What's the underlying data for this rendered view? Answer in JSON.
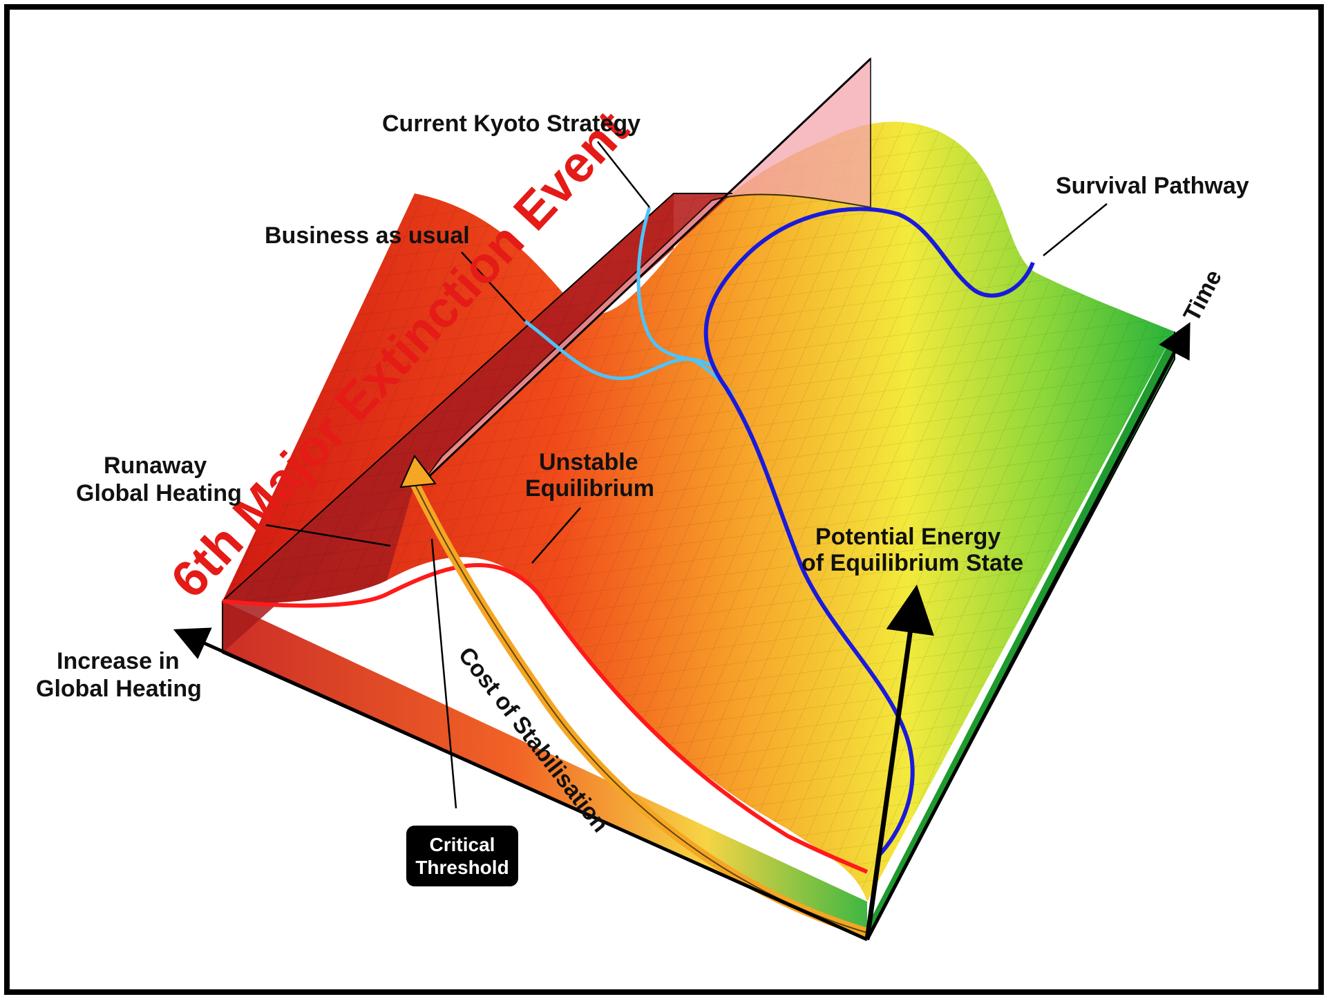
{
  "title": "6th Major Extinction Event",
  "labels": {
    "current_kyoto": "Current Kyoto Strategy",
    "business_as_usual": "Business as usual",
    "survival_pathway": "Survival Pathway",
    "runaway_line1": "Runaway",
    "runaway_line2": "Global Heating",
    "unstable_line1": "Unstable",
    "unstable_line2": "Equilibrium",
    "potential_line1": "Potential Energy",
    "potential_line2": "of Equilibrium State",
    "increase_line1": "Increase in",
    "increase_line2": "Global Heating",
    "time": "Time",
    "cost": "Cost of Stabilisation",
    "critical_line1": "Critical",
    "critical_line2": "Threshold"
  },
  "colors": {
    "red_region": "#c0392b",
    "red_curve": "#ff1a1a",
    "blue_curve": "#1a1adb",
    "cyan_curve": "#4fc3f7",
    "orange_arrow": "#f5a623",
    "green_region": "#2fb52f",
    "yellow_region": "#f2e93a"
  }
}
